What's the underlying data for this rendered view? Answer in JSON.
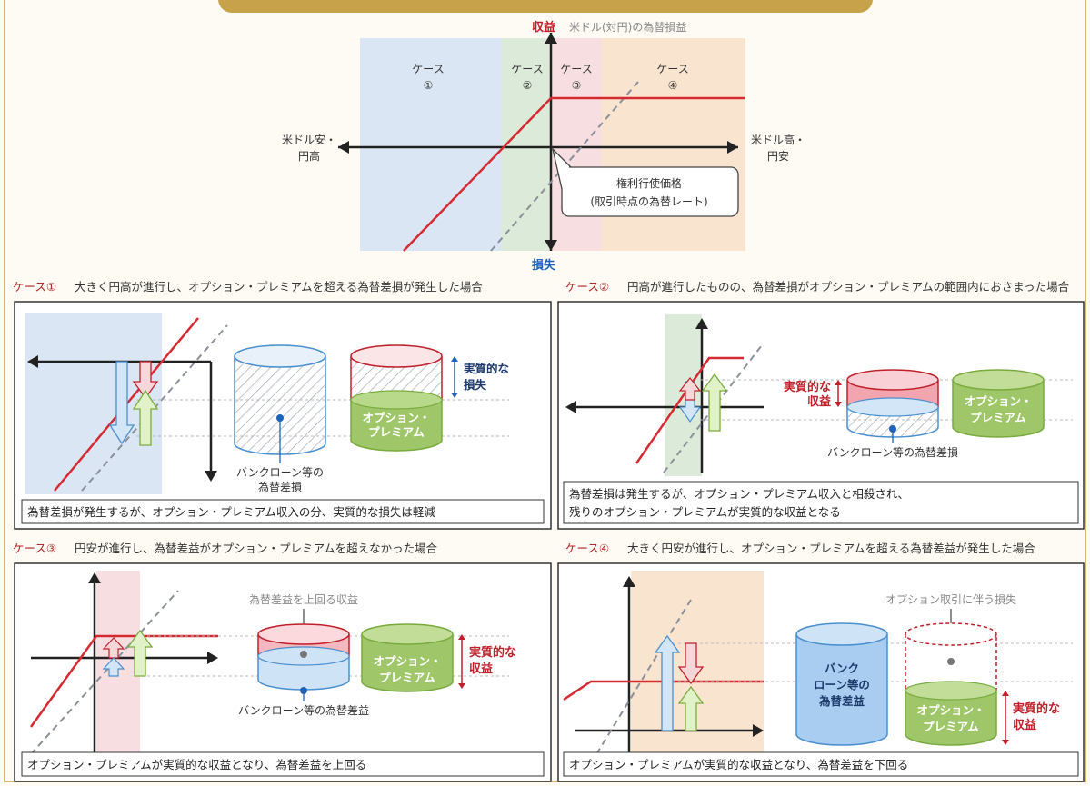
{
  "main_chart": {
    "y_top_label": "収益",
    "y_bottom_label": "損失",
    "series_label": "米ドル(対円)の為替損益",
    "x_left_label": [
      "米ドル安・",
      "円高"
    ],
    "x_right_label": [
      "米ドル高・",
      "円安"
    ],
    "strike_callout": [
      "権利行使価格",
      "(取引時点の為替レート)"
    ],
    "cases": [
      {
        "name": "ケース",
        "num": "①"
      },
      {
        "name": "ケース",
        "num": "②"
      },
      {
        "name": "ケース",
        "num": "③"
      },
      {
        "name": "ケース",
        "num": "④"
      }
    ]
  },
  "colors": {
    "case1_bg": "#dbe6f4",
    "case2_bg": "#dcebd9",
    "case3_bg": "#f7dfe1",
    "case4_bg": "#f9e4d0",
    "red_line": "#d62a32",
    "dash_line": "#8a8f99",
    "cyl_blue": "#d3e6f7",
    "cyl_green": "#9fc76a",
    "cyl_pink": "#f2a5ae",
    "frame_gold": "#c8a24a"
  },
  "panels": [
    {
      "heading_num": "ケース①",
      "heading": "大きく円高が進行し、オプション・プレミアムを超える為替差損が発生した場合",
      "note": [
        "為替差損が発生するが、オプション・プレミアム収入の分、実質的な損失は軽減"
      ],
      "label_bank": [
        "バンクローン等の",
        "為替差損"
      ],
      "label_option": [
        "オプション・",
        "プレミアム"
      ],
      "label_effect": [
        "実質的な",
        "損失"
      ]
    },
    {
      "heading_num": "ケース②",
      "heading": "円高が進行したものの、為替差損がオプション・プレミアムの範囲内におさまった場合",
      "note": [
        "為替差損は発生するが、オプション・プレミアム収入と相殺され、",
        "残りのオプション・プレミアムが実質的な収益となる"
      ],
      "label_bank": [
        "バンクローン等の為替差損"
      ],
      "label_option": [
        "オプション・",
        "プレミアム"
      ],
      "label_effect": [
        "実質的な",
        "収益"
      ]
    },
    {
      "heading_num": "ケース③",
      "heading": "円安が進行し、為替差益がオプション・プレミアムを超えなかった場合",
      "note": [
        "オプション・プレミアムが実質的な収益となり、為替差益を上回る"
      ],
      "label_top": "為替差益を上回る収益",
      "label_bank": [
        "バンクローン等の為替差益"
      ],
      "label_option": [
        "オプション・",
        "プレミアム"
      ],
      "label_effect": [
        "実質的な",
        "収益"
      ]
    },
    {
      "heading_num": "ケース④",
      "heading": "大きく円安が進行し、オプション・プレミアムを超える為替差益が発生した場合",
      "note": [
        "オプション・プレミアムが実質的な収益となり、為替差益を下回る"
      ],
      "label_top": "オプション取引に伴う損失",
      "label_bank": [
        "バンク",
        "ローン等の",
        "為替差益"
      ],
      "label_option": [
        "オプション・",
        "プレミアム"
      ],
      "label_effect": [
        "実質的な",
        "収益"
      ]
    }
  ]
}
